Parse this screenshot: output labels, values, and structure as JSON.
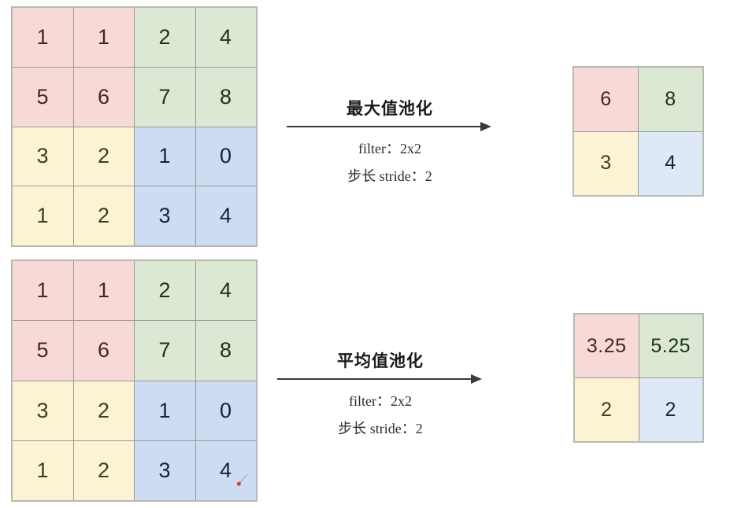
{
  "diagram": {
    "title": "Pooling operations illustration",
    "colors": {
      "pink": "#f7d9d8",
      "green": "#dbe8d4",
      "yellow": "#fbf3d3",
      "blue": "#ccdcf2",
      "blue_light": "#dde9f6",
      "grid_border": "#9a9a92",
      "arrow": "#3a3a3a"
    }
  },
  "max_pool": {
    "input": {
      "rows": [
        [
          "1",
          "1",
          "2",
          "4"
        ],
        [
          "5",
          "6",
          "7",
          "8"
        ],
        [
          "3",
          "2",
          "1",
          "0"
        ],
        [
          "1",
          "2",
          "3",
          "4"
        ]
      ]
    },
    "operation": {
      "title": "最大值池化",
      "filter_label": "filter：",
      "filter_value": "2x2",
      "stride_label_cjk": "步长",
      "stride_label_en": " stride：",
      "stride_value": "2"
    },
    "output": {
      "rows": [
        [
          "6",
          "8"
        ],
        [
          "3",
          "4"
        ]
      ]
    }
  },
  "avg_pool": {
    "input": {
      "rows": [
        [
          "1",
          "1",
          "2",
          "4"
        ],
        [
          "5",
          "6",
          "7",
          "8"
        ],
        [
          "3",
          "2",
          "1",
          "0"
        ],
        [
          "1",
          "2",
          "3",
          "4"
        ]
      ]
    },
    "operation": {
      "title": "平均值池化",
      "filter_label": "filter：",
      "filter_value": "2x2",
      "stride_label_cjk": "步长",
      "stride_label_en": " stride：",
      "stride_value": "2"
    },
    "output": {
      "rows": [
        [
          "3.25",
          "5.25"
        ],
        [
          "2",
          "2"
        ]
      ]
    }
  },
  "cursor": {
    "icon": "pen-cursor-icon"
  }
}
